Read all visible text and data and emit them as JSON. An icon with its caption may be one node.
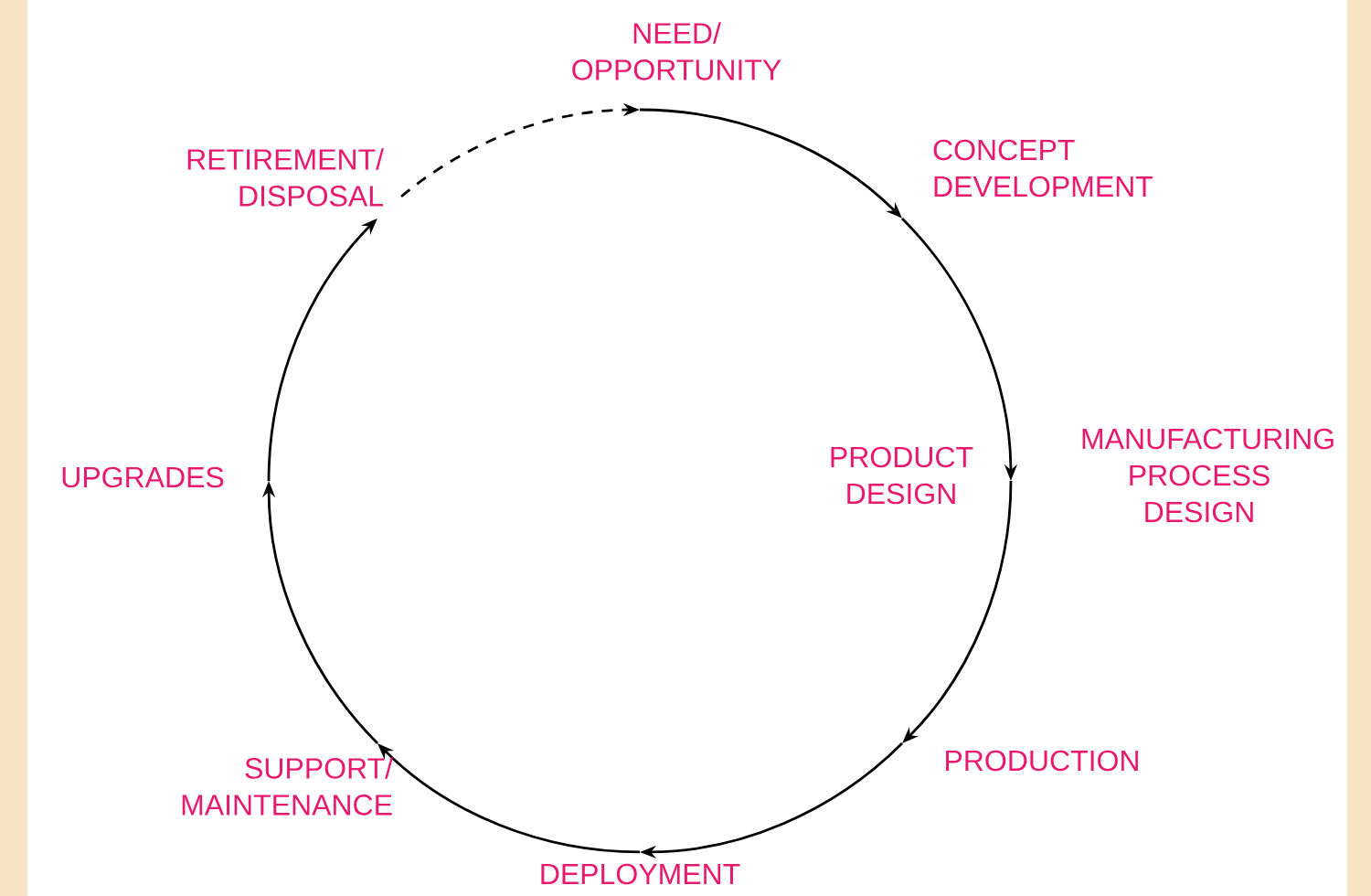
{
  "diagram": {
    "nodes": [
      {
        "text": [
          "NEED/ OPPORTUNITY"
        ]
      },
      {
        "text": [
          "CONCEPT DEVELOPMENT"
        ]
      },
      {
        "text": [
          "PRODUCT DESIGN"
        ]
      },
      {
        "text": [
          "MANUFACTURING PROCESS DESIGN"
        ]
      },
      {
        "text": [
          "PRODUCTION"
        ]
      },
      {
        "text": [
          "DEPLOYMENT"
        ]
      },
      {
        "text": [
          "SUPPORT/ MAINTENANCE"
        ]
      },
      {
        "text": [
          "UPGRADES"
        ]
      },
      {
        "text": [
          "RETIREMENT/ DISPOSAL"
        ]
      }
    ],
    "edges": [
      {
        "from": 0,
        "to": 1,
        "arrow": "to"
      },
      {
        "from": 1,
        "to": 2,
        "arrow": "to"
      },
      {
        "from": 2,
        "to": 4,
        "arrow": "to"
      },
      {
        "from": 4,
        "to": 5,
        "arrow": "to"
      },
      {
        "from": 5,
        "to": 6,
        "arrow": "to"
      },
      {
        "from": 6,
        "to": 7,
        "arrow": "to"
      },
      {
        "from": 7,
        "to": 8,
        "arrow": "to"
      },
      {
        "from": 8,
        "to": 0,
        "arrow": "to",
        "style": "dashed"
      }
    ]
  }
}
